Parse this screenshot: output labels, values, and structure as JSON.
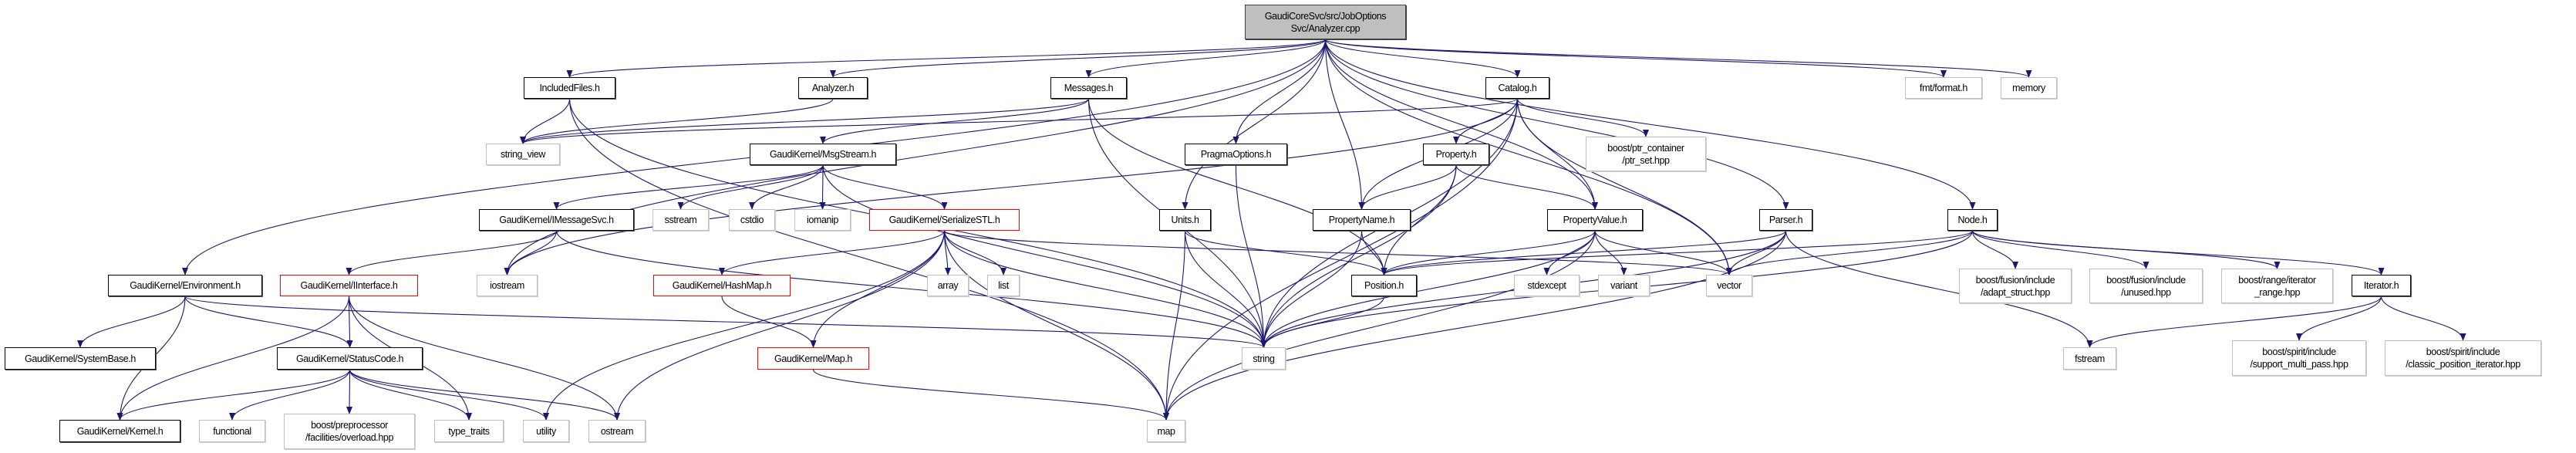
{
  "colors": {
    "edge": "#191970",
    "root_fill": "#bfbfbf",
    "truncated_border": "#ff0000",
    "external_border": "#bfbfbf",
    "project_border": "#000000"
  },
  "nodes": [
    {
      "id": "root",
      "label": "GaudiCoreSvc/src/JobOptions\nSvc/Analyzer.cpp",
      "kind": "root"
    },
    {
      "id": "includedfiles",
      "label": "IncludedFiles.h",
      "kind": "project"
    },
    {
      "id": "analyzer",
      "label": "Analyzer.h",
      "kind": "project"
    },
    {
      "id": "messages",
      "label": "Messages.h",
      "kind": "project"
    },
    {
      "id": "catalog",
      "label": "Catalog.h",
      "kind": "project"
    },
    {
      "id": "fmtformat",
      "label": "fmt/format.h",
      "kind": "external"
    },
    {
      "id": "memory",
      "label": "memory",
      "kind": "external"
    },
    {
      "id": "string_view",
      "label": "string_view",
      "kind": "external"
    },
    {
      "id": "msgstream",
      "label": "GaudiKernel/MsgStream.h",
      "kind": "project"
    },
    {
      "id": "pragmaoptions",
      "label": "PragmaOptions.h",
      "kind": "project"
    },
    {
      "id": "property",
      "label": "Property.h",
      "kind": "project"
    },
    {
      "id": "ptrset",
      "label": "boost/ptr_container\n/ptr_set.hpp",
      "kind": "external"
    },
    {
      "id": "imessagesvc",
      "label": "GaudiKernel/IMessageSvc.h",
      "kind": "project"
    },
    {
      "id": "sstream",
      "label": "sstream",
      "kind": "external"
    },
    {
      "id": "cstdio",
      "label": "cstdio",
      "kind": "external"
    },
    {
      "id": "iomanip",
      "label": "iomanip",
      "kind": "external"
    },
    {
      "id": "serializestl",
      "label": "GaudiKernel/SerializeSTL.h",
      "kind": "truncated"
    },
    {
      "id": "units",
      "label": "Units.h",
      "kind": "project"
    },
    {
      "id": "propertyname",
      "label": "PropertyName.h",
      "kind": "project"
    },
    {
      "id": "propertyvalue",
      "label": "PropertyValue.h",
      "kind": "project"
    },
    {
      "id": "parser",
      "label": "Parser.h",
      "kind": "project"
    },
    {
      "id": "node",
      "label": "Node.h",
      "kind": "project"
    },
    {
      "id": "environment",
      "label": "GaudiKernel/Environment.h",
      "kind": "project"
    },
    {
      "id": "iinterface",
      "label": "GaudiKernel/IInterface.h",
      "kind": "truncated"
    },
    {
      "id": "iostream",
      "label": "iostream",
      "kind": "external"
    },
    {
      "id": "hashmap",
      "label": "GaudiKernel/HashMap.h",
      "kind": "truncated"
    },
    {
      "id": "array",
      "label": "array",
      "kind": "external"
    },
    {
      "id": "list",
      "label": "list",
      "kind": "external"
    },
    {
      "id": "position",
      "label": "Position.h",
      "kind": "project"
    },
    {
      "id": "stdexcept",
      "label": "stdexcept",
      "kind": "external"
    },
    {
      "id": "variant",
      "label": "variant",
      "kind": "external"
    },
    {
      "id": "vector",
      "label": "vector",
      "kind": "external"
    },
    {
      "id": "adaptstruct",
      "label": "boost/fusion/include\n/adapt_struct.hpp",
      "kind": "external"
    },
    {
      "id": "unused",
      "label": "boost/fusion/include\n/unused.hpp",
      "kind": "external"
    },
    {
      "id": "iteratorrange",
      "label": "boost/range/iterator\n_range.hpp",
      "kind": "external"
    },
    {
      "id": "iterator",
      "label": "Iterator.h",
      "kind": "project"
    },
    {
      "id": "systembase",
      "label": "GaudiKernel/SystemBase.h",
      "kind": "project"
    },
    {
      "id": "statuscode",
      "label": "GaudiKernel/StatusCode.h",
      "kind": "project"
    },
    {
      "id": "map_h",
      "label": "GaudiKernel/Map.h",
      "kind": "truncated"
    },
    {
      "id": "string",
      "label": "string",
      "kind": "external"
    },
    {
      "id": "fstream",
      "label": "fstream",
      "kind": "external"
    },
    {
      "id": "multipass",
      "label": "boost/spirit/include\n/support_multi_pass.hpp",
      "kind": "external"
    },
    {
      "id": "classicpos",
      "label": "boost/spirit/include\n/classic_position_iterator.hpp",
      "kind": "external"
    },
    {
      "id": "kernel",
      "label": "GaudiKernel/Kernel.h",
      "kind": "project"
    },
    {
      "id": "functional",
      "label": "functional",
      "kind": "external"
    },
    {
      "id": "overload",
      "label": "boost/preprocessor\n/facilities/overload.hpp",
      "kind": "external"
    },
    {
      "id": "type_traits",
      "label": "type_traits",
      "kind": "external"
    },
    {
      "id": "utility",
      "label": "utility",
      "kind": "external"
    },
    {
      "id": "ostream",
      "label": "ostream",
      "kind": "external"
    },
    {
      "id": "map",
      "label": "map",
      "kind": "external"
    }
  ],
  "edges": [
    [
      "root",
      "includedfiles"
    ],
    [
      "root",
      "analyzer"
    ],
    [
      "root",
      "messages"
    ],
    [
      "root",
      "catalog"
    ],
    [
      "root",
      "fmtformat"
    ],
    [
      "root",
      "memory"
    ],
    [
      "root",
      "environment"
    ],
    [
      "root",
      "iostream"
    ],
    [
      "root",
      "units"
    ],
    [
      "root",
      "pragmaoptions"
    ],
    [
      "root",
      "propertyname"
    ],
    [
      "root",
      "parser"
    ],
    [
      "root",
      "node"
    ],
    [
      "root",
      "propertyvalue"
    ],
    [
      "root",
      "vector"
    ],
    [
      "includedfiles",
      "string_view"
    ],
    [
      "includedfiles",
      "string"
    ],
    [
      "includedfiles",
      "map"
    ],
    [
      "analyzer",
      "string_view"
    ],
    [
      "messages",
      "string_view"
    ],
    [
      "messages",
      "msgstream"
    ],
    [
      "messages",
      "string"
    ],
    [
      "messages",
      "position"
    ],
    [
      "catalog",
      "string_view"
    ],
    [
      "catalog",
      "iostream"
    ],
    [
      "catalog",
      "property"
    ],
    [
      "catalog",
      "propertyname"
    ],
    [
      "catalog",
      "propertyvalue"
    ],
    [
      "catalog",
      "ptrset"
    ],
    [
      "catalog",
      "string"
    ],
    [
      "catalog",
      "vector"
    ],
    [
      "catalog",
      "map"
    ],
    [
      "msgstream",
      "imessagesvc"
    ],
    [
      "msgstream",
      "sstream"
    ],
    [
      "msgstream",
      "cstdio"
    ],
    [
      "msgstream",
      "iomanip"
    ],
    [
      "msgstream",
      "serializestl"
    ],
    [
      "msgstream",
      "string"
    ],
    [
      "pragmaoptions",
      "string"
    ],
    [
      "property",
      "propertyname"
    ],
    [
      "property",
      "propertyvalue"
    ],
    [
      "property",
      "position"
    ],
    [
      "property",
      "string"
    ],
    [
      "imessagesvc",
      "iinterface"
    ],
    [
      "imessagesvc",
      "iostream"
    ],
    [
      "imessagesvc",
      "string"
    ],
    [
      "serializestl",
      "hashmap"
    ],
    [
      "serializestl",
      "map_h"
    ],
    [
      "serializestl",
      "array"
    ],
    [
      "serializestl",
      "list"
    ],
    [
      "serializestl",
      "ostream"
    ],
    [
      "serializestl",
      "utility"
    ],
    [
      "serializestl",
      "map"
    ],
    [
      "serializestl",
      "string"
    ],
    [
      "serializestl",
      "vector"
    ],
    [
      "units",
      "map"
    ],
    [
      "units",
      "string"
    ],
    [
      "units",
      "position"
    ],
    [
      "propertyname",
      "position"
    ],
    [
      "propertyname",
      "string"
    ],
    [
      "propertyvalue",
      "position"
    ],
    [
      "propertyvalue",
      "stdexcept"
    ],
    [
      "propertyvalue",
      "variant"
    ],
    [
      "propertyvalue",
      "vector"
    ],
    [
      "propertyvalue",
      "string"
    ],
    [
      "propertyvalue",
      "map"
    ],
    [
      "parser",
      "position"
    ],
    [
      "parser",
      "vector"
    ],
    [
      "parser",
      "string"
    ],
    [
      "parser",
      "map"
    ],
    [
      "parser",
      "fstream"
    ],
    [
      "node",
      "position"
    ],
    [
      "node",
      "vector"
    ],
    [
      "node",
      "string"
    ],
    [
      "node",
      "adaptstruct"
    ],
    [
      "node",
      "unused"
    ],
    [
      "node",
      "iteratorrange"
    ],
    [
      "node",
      "iterator"
    ],
    [
      "iterator",
      "fstream"
    ],
    [
      "iterator",
      "multipass"
    ],
    [
      "iterator",
      "classicpos"
    ],
    [
      "environment",
      "systembase"
    ],
    [
      "environment",
      "kernel"
    ],
    [
      "environment",
      "statuscode"
    ],
    [
      "environment",
      "string"
    ],
    [
      "iinterface",
      "statuscode"
    ],
    [
      "iinterface",
      "kernel"
    ],
    [
      "iinterface",
      "type_traits"
    ],
    [
      "iinterface",
      "ostream"
    ],
    [
      "hashmap",
      "map_h"
    ],
    [
      "map_h",
      "map"
    ],
    [
      "statuscode",
      "kernel"
    ],
    [
      "statuscode",
      "functional"
    ],
    [
      "statuscode",
      "overload"
    ],
    [
      "statuscode",
      "type_traits"
    ],
    [
      "statuscode",
      "utility"
    ],
    [
      "statuscode",
      "ostream"
    ],
    [
      "position",
      "string"
    ]
  ]
}
